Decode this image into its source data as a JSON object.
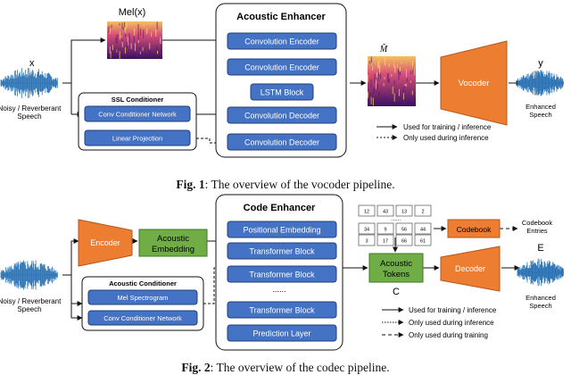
{
  "colors": {
    "blue_block": "#4472c4",
    "blue_border": "#1f3f7a",
    "orange": "#ed7d31",
    "green": "#70ad47",
    "wave": "#2e75b6",
    "spectrogram": "#b03070"
  },
  "fig1": {
    "input_label": "x",
    "input_caption_line1": "Noisy / Reverberant",
    "input_caption_line2": "Speech",
    "mel_label": "Mel(x)",
    "ssl_title": "SSL Conditioner",
    "ssl_blocks": [
      "Conv Conditioner Network",
      "Linear Projection"
    ],
    "enhancer_title": "Acoustic Enhancer",
    "enhancer_blocks": [
      "Convolution Encoder",
      "Convolution Encoder",
      "LSTM Block",
      "Convolution Decoder",
      "Convolution Decoder"
    ],
    "mhat_label": "M̂",
    "vocoder_label": "Vocoder",
    "output_label": "y",
    "output_caption_line1": "Enhanced",
    "output_caption_line2": "Speech",
    "legend": [
      "Used for training / inference",
      "Only used during inference"
    ],
    "caption_prefix": "Fig. 1",
    "caption_text": ": The overview of the vocoder pipeline."
  },
  "fig2": {
    "input_caption_line1": "Noisy / Reverberant",
    "input_caption_line2": "Speech",
    "encoder_label": "Encoder",
    "embedding_line1": "Acoustic",
    "embedding_line2": "Embedding",
    "cond_title": "Acoustic Conditioner",
    "cond_blocks": [
      "Mel Spectrogram",
      "Conv Conditioner Network"
    ],
    "enhancer_title": "Code Enhancer",
    "enhancer_blocks": [
      "Positional Embedding",
      "Transformer Block",
      "Transformer Block",
      "Transformer Block",
      "Prediction Layer"
    ],
    "ellipsis": "......",
    "token_grid_rows": [
      [
        "12",
        "43",
        "13",
        "2"
      ],
      [
        "34",
        "9",
        "56",
        "44"
      ],
      [
        "3",
        "17",
        "66",
        "61"
      ]
    ],
    "grid_ellipsis": "......",
    "codebook_label": "Codebook",
    "codebook_entries_line1": "Codebook",
    "codebook_entries_line2": "Entries",
    "tokens_line1": "Acoustic",
    "tokens_line2": "Tokens",
    "c_label": "C",
    "decoder_label": "Decoder",
    "e_label": "E",
    "output_caption_line1": "Enhanced",
    "output_caption_line2": "Speech",
    "legend": [
      "Used for training / inference",
      "Only used during inference",
      "Only used during training"
    ],
    "caption_prefix": "Fig. 2",
    "caption_text": ": The overview of the codec pipeline."
  }
}
